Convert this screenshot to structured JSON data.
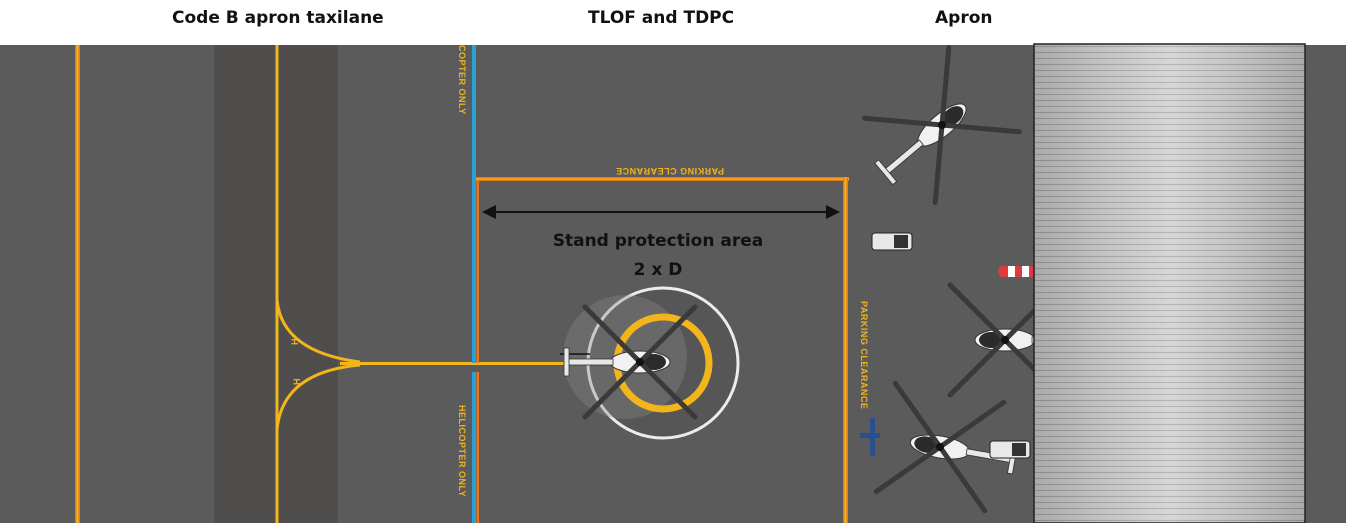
{
  "headers": {
    "left": "Code B apron taxilane",
    "center": "TLOF and TDPC",
    "right": "Apron"
  },
  "markings": {
    "copter_only_top": "COPTER ONLY",
    "helicopter_only_bottom": "HELICOPTER ONLY",
    "parking_clearance_top": "PARKING CLEARANCE",
    "parking_clearance_side": "PARKING CLEARANCE",
    "taxi_h1": "H",
    "taxi_h2": "H"
  },
  "dimension": {
    "label": "Stand protection area",
    "value": "2 x D"
  },
  "colors": {
    "pavement": "#5b5b5b",
    "pavement_dark": "#4f4e4c",
    "yellow": "#f2b51c",
    "orange": "#e8761c",
    "blue": "#2aa0d4",
    "white": "#f2f2f2",
    "hangar": "#c9c9c9"
  }
}
